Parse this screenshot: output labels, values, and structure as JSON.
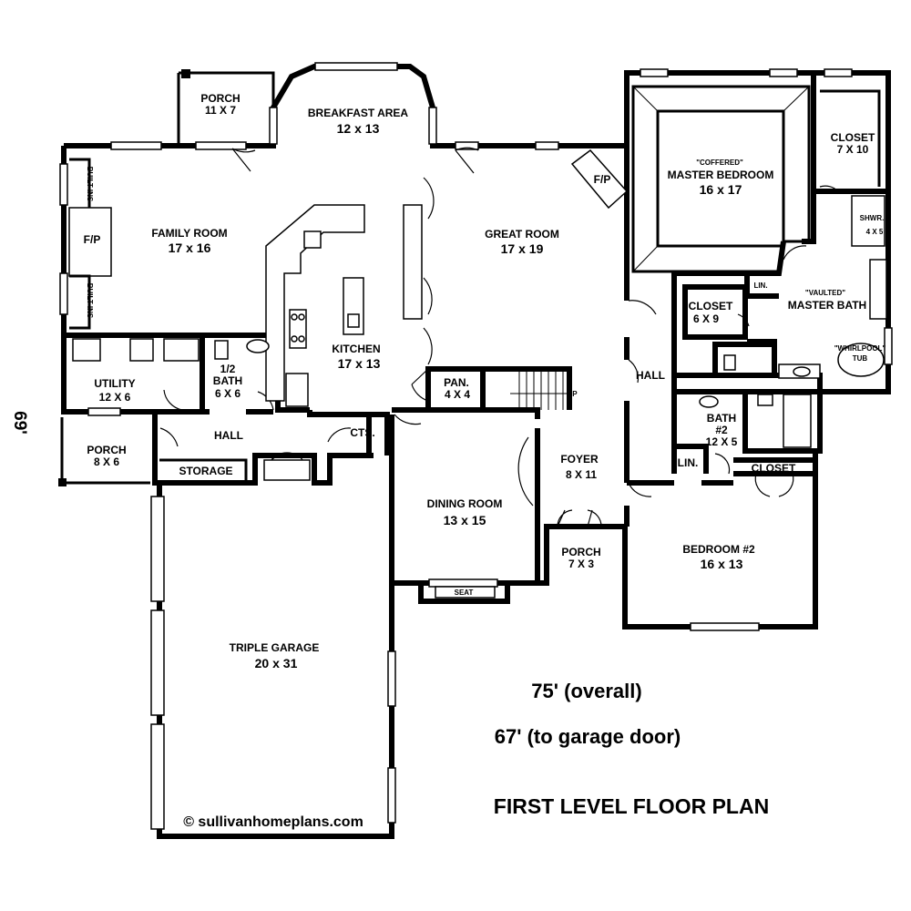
{
  "rooms": {
    "porch_top": {
      "name": "PORCH",
      "size": "11 X 7"
    },
    "breakfast": {
      "name": "BREAKFAST AREA",
      "size": "12 x 13"
    },
    "family": {
      "name": "FAMILY ROOM",
      "size": "17 x 16"
    },
    "fp_family": "F/P",
    "builtins": [
      "BUILT-INS",
      "BUILT-INS"
    ],
    "kitchen": {
      "name": "KITCHEN",
      "size": "17 x 13"
    },
    "great": {
      "name": "GREAT ROOM",
      "size": "17 x 19"
    },
    "fp_great": "F/P",
    "master_bed": {
      "note": "\"COFFERED\"",
      "name": "MASTER BEDROOM",
      "size": "16 x 17"
    },
    "closet_master": {
      "name": "CLOSET",
      "size": "7 X 10"
    },
    "shower": {
      "name": "SHWR.",
      "size": "4 X 5"
    },
    "closet_6x9": {
      "name": "CLOSET",
      "size": "6 X 9"
    },
    "lin_master": "LIN.",
    "master_bath": {
      "note": "\"VAULTED\"",
      "name": "MASTER BATH"
    },
    "whirlpool": {
      "line1": "\"WHIRLPOOL\"",
      "line2": "TUB"
    },
    "utility": {
      "name": "UTILITY",
      "size": "12 X 6"
    },
    "half_bath": {
      "line1": "1/2",
      "line2": "BATH",
      "size": "6 X 6"
    },
    "pantry": {
      "name": "PAN.",
      "size": "4 X 4"
    },
    "up": "UP",
    "hall_left": "HALL",
    "hall_right": "HALL",
    "cts": "CTS.",
    "bath2": {
      "line1": "BATH",
      "line2": "#2",
      "size": "12 X 5"
    },
    "porch_left": {
      "name": "PORCH",
      "size": "8 X 6"
    },
    "storage": "STORAGE",
    "foyer": {
      "name": "FOYER",
      "size": "8 X 11"
    },
    "lin_bath2": "LIN.",
    "closet_bed2": "CLOSET",
    "dining": {
      "name": "DINING ROOM",
      "size": "13 x 15"
    },
    "porch_front": {
      "name": "PORCH",
      "size": "7 X 3"
    },
    "bedroom2": {
      "name": "BEDROOM #2",
      "size": "16 x 13"
    },
    "seat": "SEAT",
    "garage": {
      "name": "TRIPLE GARAGE",
      "size": "20 x 31"
    }
  },
  "dimensions": {
    "depth": "69'",
    "overall": "75' (overall)",
    "to_garage": "67' (to garage door)"
  },
  "title": "FIRST LEVEL FLOOR PLAN",
  "copyright": "© sullivanhomeplans.com"
}
